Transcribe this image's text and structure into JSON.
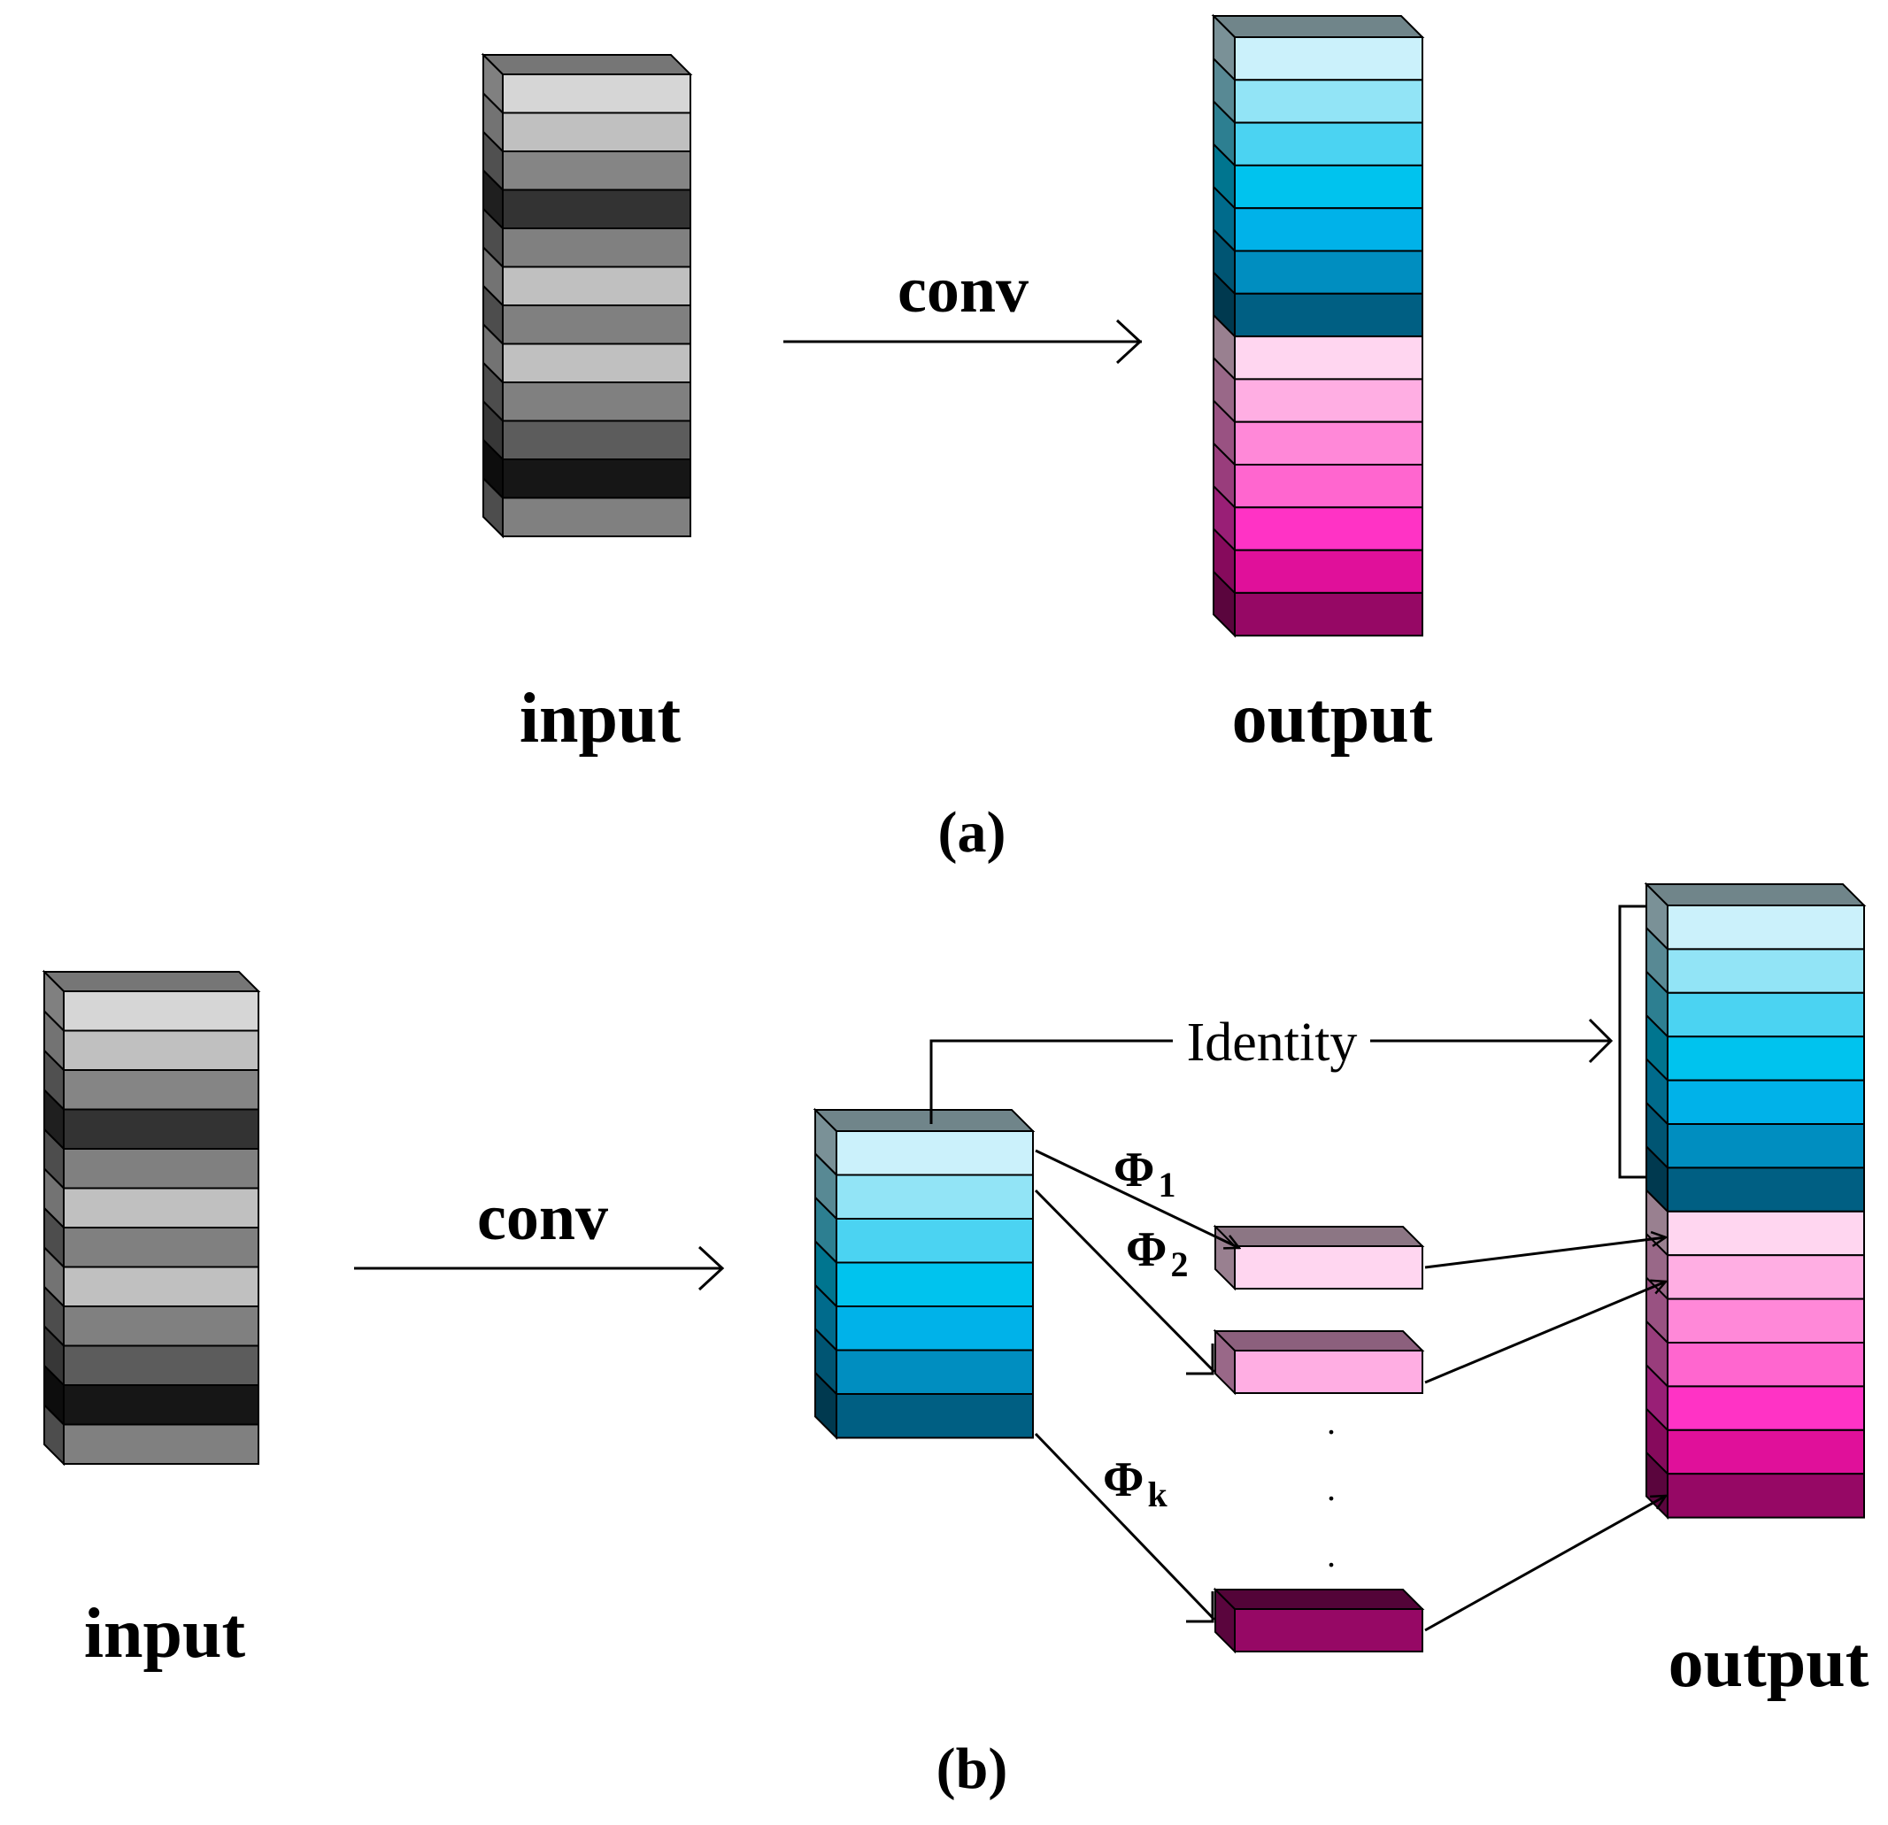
{
  "panel_a": {
    "input_label": "input",
    "output_label": "output",
    "arrow_label": "conv",
    "caption": "(a)",
    "input_colors": [
      "#d6d6d6",
      "#c0c0c0",
      "#858585",
      "#333333",
      "#808080",
      "#c0c0c0",
      "#808080",
      "#c0c0c0",
      "#808080",
      "#5c5c5c",
      "#161616",
      "#808080"
    ],
    "output_colors": [
      "#cbf1fb",
      "#92e4f6",
      "#4bd3f2",
      "#00c3ee",
      "#00b2e9",
      "#008ec0",
      "#005f83",
      "#ffd6f0",
      "#ffaee3",
      "#ff88d8",
      "#ff66cf",
      "#ff33c5",
      "#e0109a",
      "#960865"
    ]
  },
  "panel_b": {
    "input_label": "input",
    "output_label": "output",
    "arrow_label": "conv",
    "caption": "(b)",
    "identity_label": "Identity",
    "phi_symbol": "Φ",
    "phi_subscripts": [
      "1",
      "2",
      "k"
    ],
    "ellipsis_dot": ".",
    "input_colors": [
      "#d6d6d6",
      "#c0c0c0",
      "#858585",
      "#333333",
      "#808080",
      "#c0c0c0",
      "#808080",
      "#c0c0c0",
      "#808080",
      "#5c5c5c",
      "#161616",
      "#808080"
    ],
    "intermediate_colors": [
      "#cbf1fb",
      "#92e4f6",
      "#4bd3f2",
      "#00c3ee",
      "#00b2e9",
      "#008ec0",
      "#005f83"
    ],
    "ghost_colors": [
      "#ffd6f0",
      "#ffaee3",
      "#960865"
    ],
    "output_colors": [
      "#cbf1fb",
      "#92e4f6",
      "#4bd3f2",
      "#00c3ee",
      "#00b2e9",
      "#008ec0",
      "#005f83",
      "#ffd6f0",
      "#ffaee3",
      "#ff88d8",
      "#ff66cf",
      "#ff33c5",
      "#e0109a",
      "#960865"
    ]
  }
}
